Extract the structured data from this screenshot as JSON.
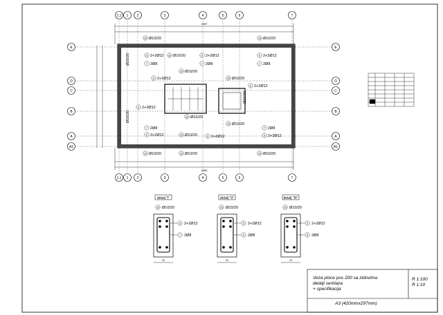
{
  "grid": {
    "columns": [
      "1,1",
      "1",
      "2",
      "3",
      "4",
      "5",
      "6",
      "7"
    ],
    "rows": [
      "E",
      "D",
      "C",
      "B",
      "A",
      "A1"
    ]
  },
  "dimensions": {
    "top_total": "1697",
    "bottom_total": "1650"
  },
  "bars": {
    "stirrup": "Ø10/20",
    "top_bars": "2+2Ø12",
    "bottom_bars": "2Ø8"
  },
  "positions": {
    "stirrup": "10",
    "top_bars": "6",
    "bottom_bars": "7",
    "alt_top": "5",
    "alt_bottom": "8",
    "alt_9": "9"
  },
  "details": [
    {
      "label": "detalj \"I\"",
      "pos_stirrup": "10",
      "pos_top": "6",
      "pos_bottom": "7",
      "width": "20"
    },
    {
      "label": "detalj \"II\"",
      "pos_stirrup": "10",
      "pos_top": "5",
      "pos_bottom": "5",
      "width": "20"
    },
    {
      "label": "detalj \"III\"",
      "pos_stirrup": "10",
      "pos_top": "5",
      "pos_bottom": "8",
      "width": "20"
    }
  ],
  "title_block": {
    "title_line1": "Veza ploce pos 200 sa zidovima",
    "title_line2": "detalji serklaza",
    "title_line3": "+ specifikacija",
    "scale1": "R 1:100",
    "scale2": "R 1:10",
    "format": "A3 (420mmx297mm)"
  }
}
